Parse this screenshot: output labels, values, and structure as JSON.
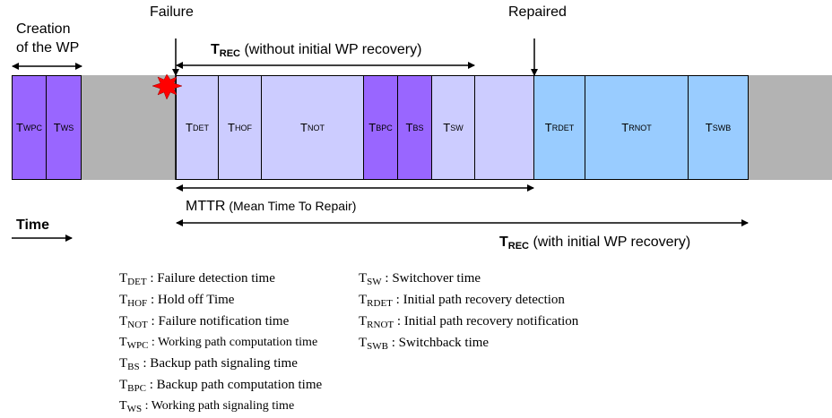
{
  "top_labels": {
    "creation_line1": "Creation",
    "creation_line2": "of the WP",
    "failure": "Failure",
    "repaired": "Repaired"
  },
  "trec_without": {
    "main": "T",
    "sub": "REC",
    "text": " (without initial WP recovery)"
  },
  "trec_with": {
    "main": "T",
    "sub": "REC",
    "text": " (with initial WP recovery)"
  },
  "mttr": {
    "main": "MTTR",
    "small": " (Mean Time To Repair)"
  },
  "time_label": "Time",
  "segments": {
    "wpc": {
      "main": "T",
      "sub": "WPC"
    },
    "ws": {
      "main": "T",
      "sub": "WS"
    },
    "det": {
      "main": "T",
      "sub": "DET"
    },
    "hof": {
      "main": "T",
      "sub": "HOF"
    },
    "not": {
      "main": "T",
      "sub": "NOT"
    },
    "bpc": {
      "main": "T",
      "sub": "BPC"
    },
    "bs": {
      "main": "T",
      "sub": "BS"
    },
    "sw": {
      "main": "T",
      "sub": "SW"
    },
    "rdet": {
      "main": "T",
      "sub": "RDET"
    },
    "rnot": {
      "main": "T",
      "sub": "RNOT"
    },
    "swb": {
      "main": "T",
      "sub": "SWB"
    }
  },
  "legend_left": [
    {
      "main": "T",
      "sub": "DET",
      "text": " : Failure detection time"
    },
    {
      "main": "T",
      "sub": "HOF",
      "text": " : Hold off Time"
    },
    {
      "main": "T",
      "sub": "NOT",
      "text": " : Failure notification time"
    },
    {
      "main": "T",
      "sub": "WPC",
      "text": " : Working path computation time"
    },
    {
      "main": "T",
      "sub": "BS",
      "text": " : Backup path signaling time"
    },
    {
      "main": "T",
      "sub": "BPC",
      "text": " : Backup path computation time"
    },
    {
      "main": "T",
      "sub": "WS",
      "text": " : Working path signaling time"
    }
  ],
  "legend_right": [
    {
      "main": "T",
      "sub": "SW",
      "text": " : Switchover time"
    },
    {
      "main": "T",
      "sub": "RDET",
      "text": " : Initial path recovery detection"
    },
    {
      "main": "T",
      "sub": "RNOT",
      "text": " : Initial path recovery notification"
    },
    {
      "main": "T",
      "sub": "SWB",
      "text": " : Switchback time"
    }
  ],
  "colors": {
    "band_gray": "#b3b3b3",
    "purple": "#9966ff",
    "lavender": "#ccccff",
    "blue": "#99ccff",
    "burst_red": "#ff0000"
  }
}
